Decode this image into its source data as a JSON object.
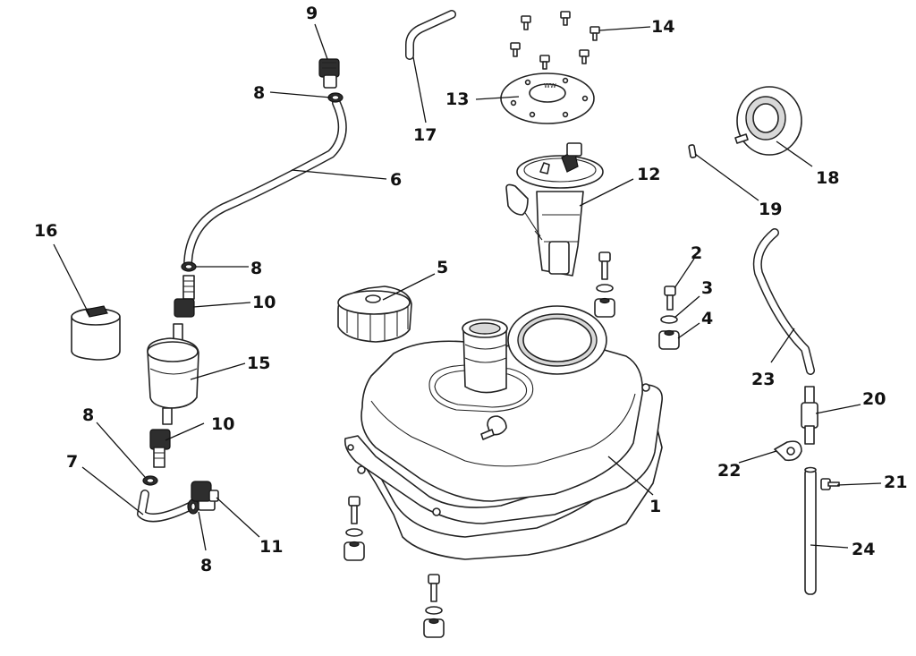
{
  "diagram": {
    "callouts": [
      {
        "id": "c1",
        "label": "1"
      },
      {
        "id": "c2",
        "label": "2"
      },
      {
        "id": "c3",
        "label": "3"
      },
      {
        "id": "c4",
        "label": "4"
      },
      {
        "id": "c5",
        "label": "5"
      },
      {
        "id": "c6",
        "label": "6"
      },
      {
        "id": "c7",
        "label": "7"
      },
      {
        "id": "c8a",
        "label": "8"
      },
      {
        "id": "c8b",
        "label": "8"
      },
      {
        "id": "c8c",
        "label": "8"
      },
      {
        "id": "c8d",
        "label": "8"
      },
      {
        "id": "c9",
        "label": "9"
      },
      {
        "id": "c10a",
        "label": "10"
      },
      {
        "id": "c10b",
        "label": "10"
      },
      {
        "id": "c11",
        "label": "11"
      },
      {
        "id": "c12",
        "label": "12"
      },
      {
        "id": "c13",
        "label": "13"
      },
      {
        "id": "c14",
        "label": "14"
      },
      {
        "id": "c15",
        "label": "15"
      },
      {
        "id": "c16",
        "label": "16"
      },
      {
        "id": "c17",
        "label": "17"
      },
      {
        "id": "c18",
        "label": "18"
      },
      {
        "id": "c19",
        "label": "19"
      },
      {
        "id": "c20",
        "label": "20"
      },
      {
        "id": "c21",
        "label": "21"
      },
      {
        "id": "c22",
        "label": "22"
      },
      {
        "id": "c23",
        "label": "23"
      },
      {
        "id": "c24",
        "label": "24"
      }
    ],
    "pump_plate_marking": "WW"
  }
}
